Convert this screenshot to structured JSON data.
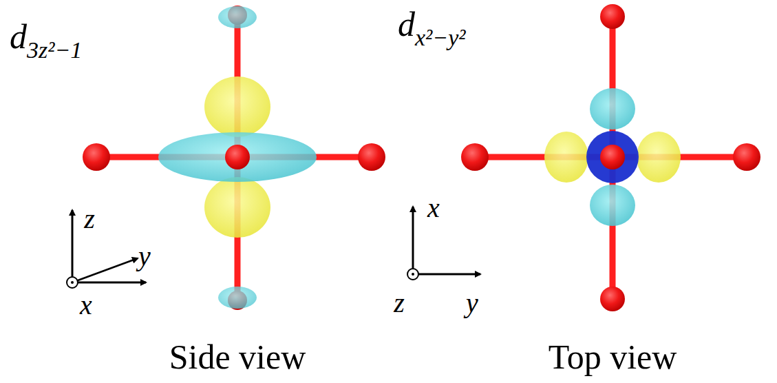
{
  "diagram": {
    "labels": [
      "d",
      "3z²−1",
      "Side view",
      "z",
      "y",
      "x",
      "d",
      "x²−y²",
      "Top view",
      "x",
      "y",
      "z"
    ]
  }
}
